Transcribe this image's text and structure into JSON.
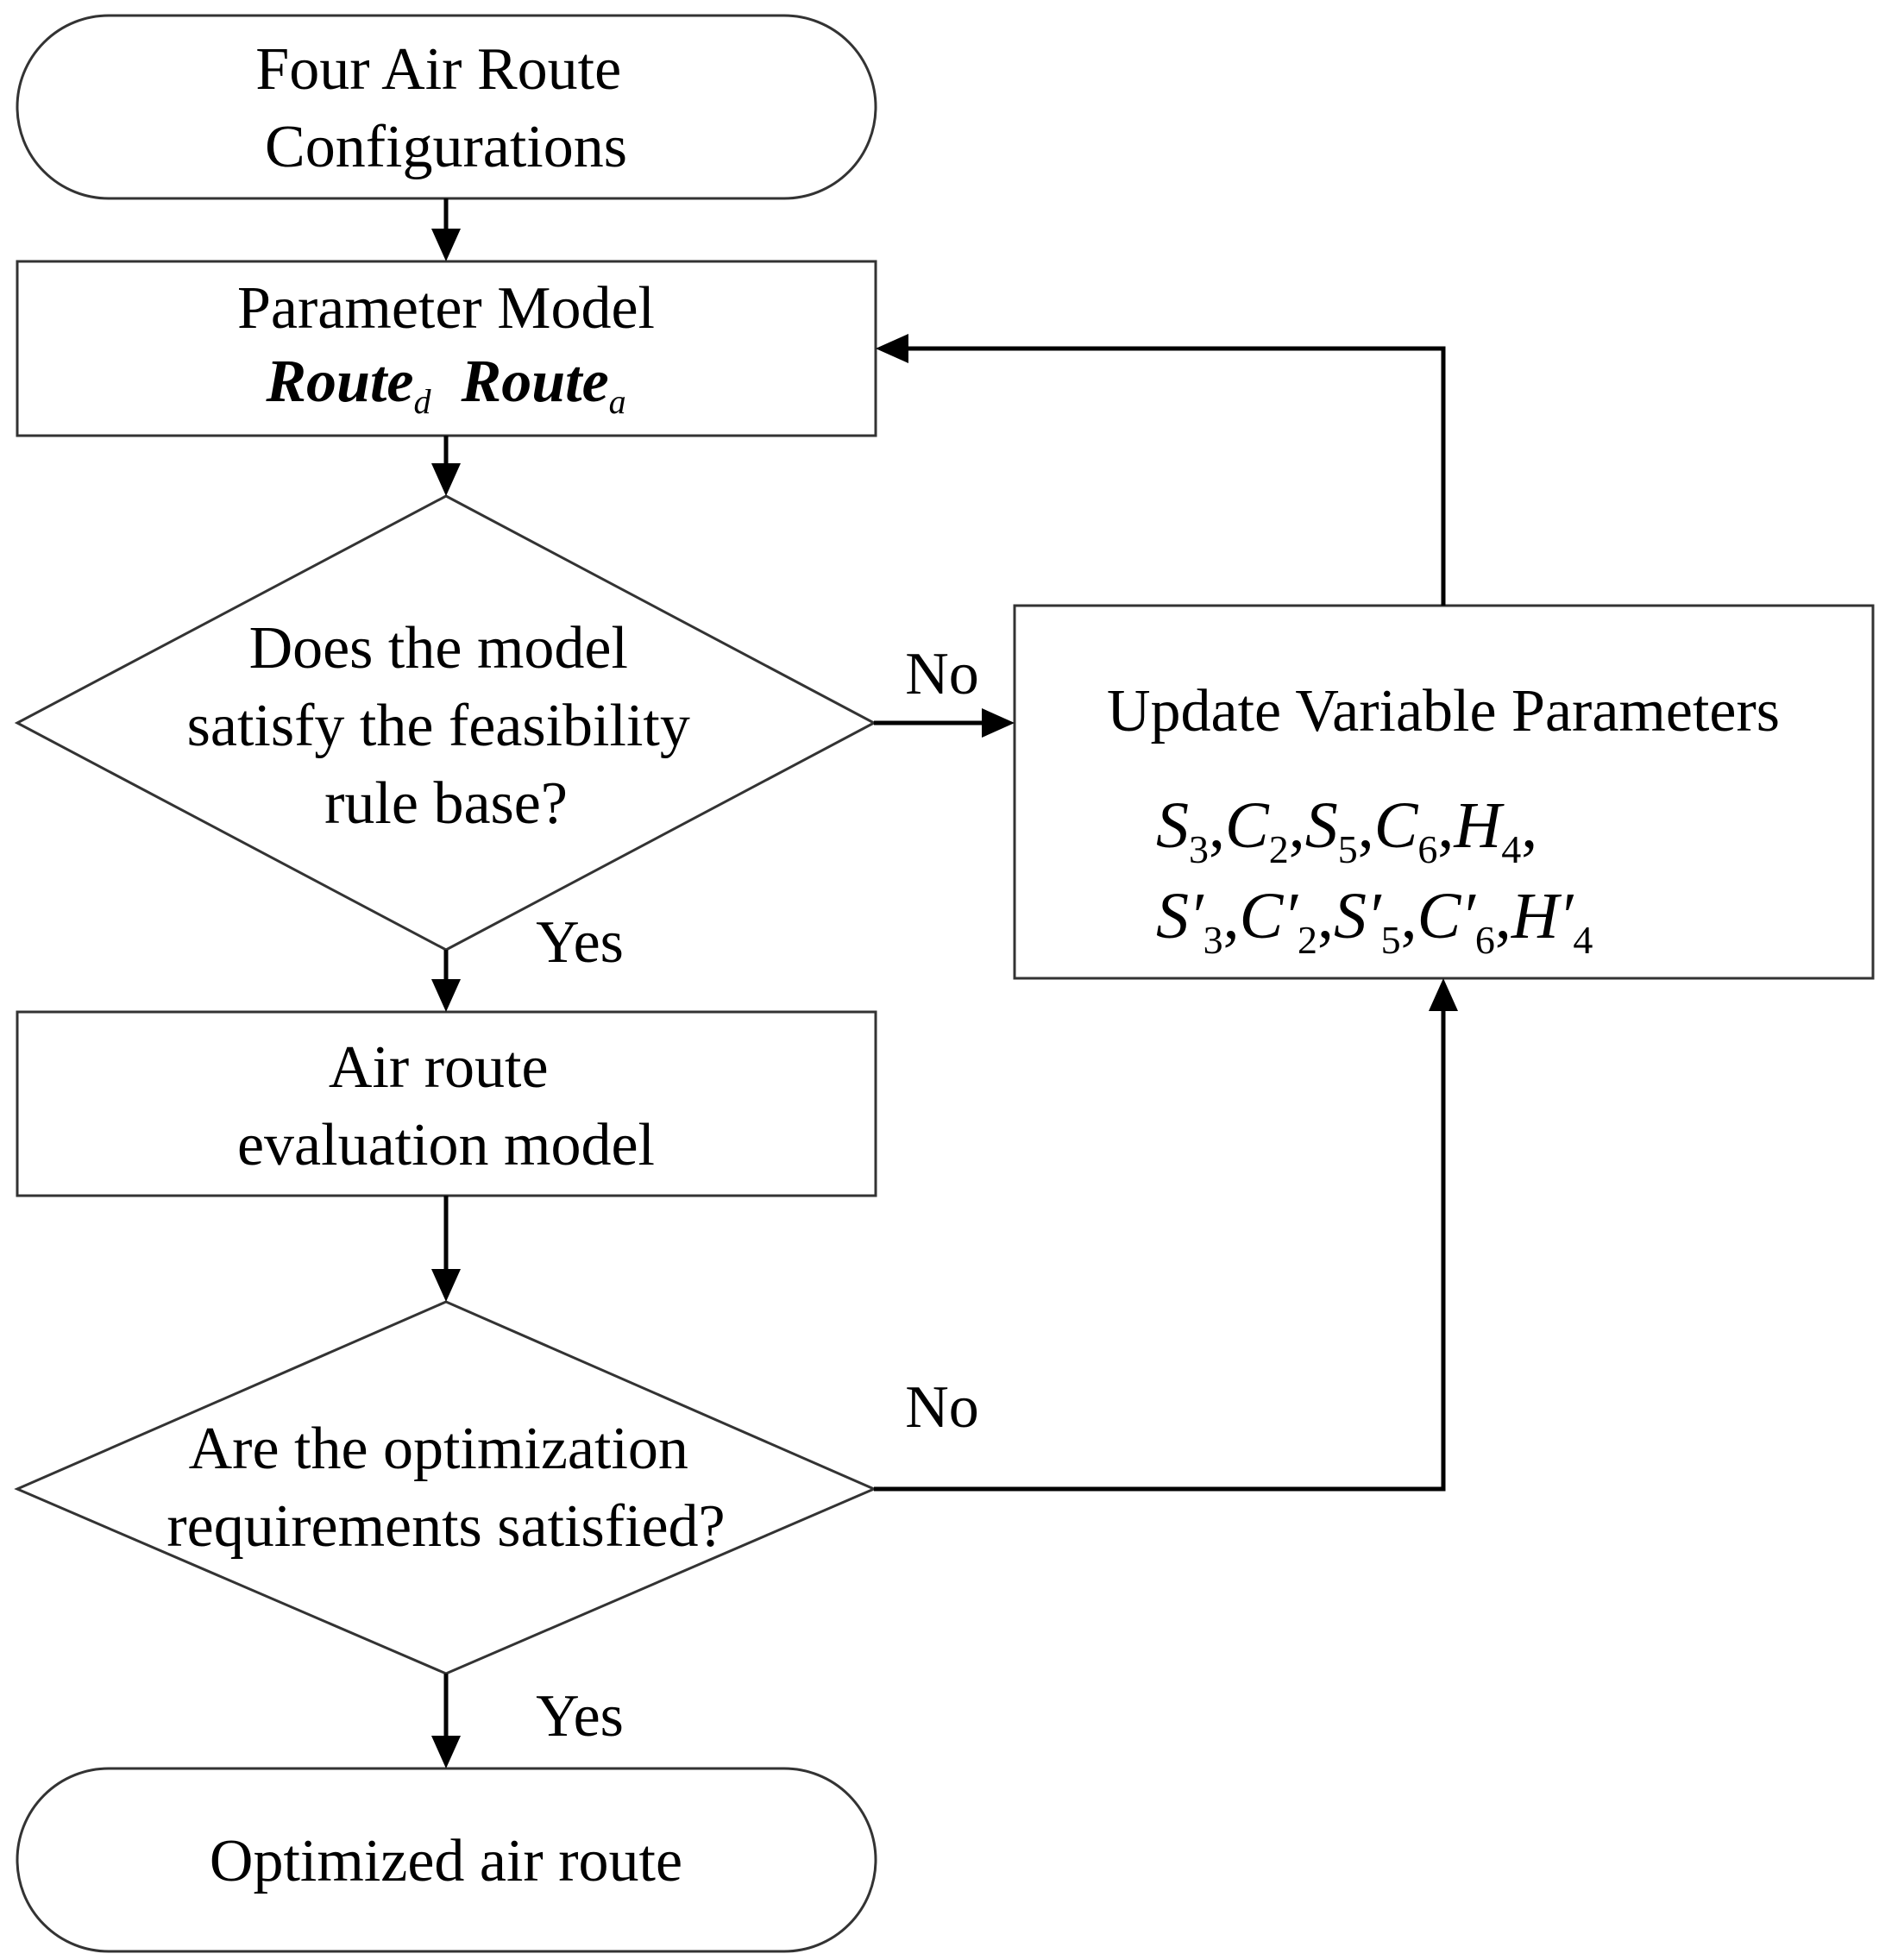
{
  "nodes": {
    "start": {
      "lines": [
        "Four Air Route",
        "Configurations"
      ]
    },
    "param_model": {
      "title": "Parameter Model",
      "route_d": "Route",
      "route_d_sub": "d",
      "route_a": "Route",
      "route_a_sub": "a"
    },
    "feasibility": {
      "lines": [
        "Does the model",
        "satisfy the feasibility",
        "rule base?"
      ]
    },
    "evaluation": {
      "lines": [
        "Air route",
        "evaluation model"
      ]
    },
    "optimization": {
      "lines": [
        "Are the optimization",
        "requirements satisfied?"
      ]
    },
    "update": {
      "title": "Update Variable Parameters",
      "row1": [
        {
          "sym": "S",
          "sub": "3"
        },
        {
          "sym": "C",
          "sub": "2"
        },
        {
          "sym": "S",
          "sub": "5"
        },
        {
          "sym": "C",
          "sub": "6"
        },
        {
          "sym": "H",
          "sub": "4"
        }
      ],
      "row2": [
        {
          "sym": "S′",
          "sub": "3"
        },
        {
          "sym": "C′",
          "sub": "2"
        },
        {
          "sym": "S′",
          "sub": "5"
        },
        {
          "sym": "C′",
          "sub": "6"
        },
        {
          "sym": "H′",
          "sub": "4"
        }
      ],
      "separator": ","
    },
    "end": {
      "lines": [
        "Optimized air route"
      ]
    }
  },
  "edge_labels": {
    "no_1": "No",
    "yes_1": "Yes",
    "no_2": "No",
    "yes_2": "Yes"
  },
  "colors": {
    "stroke": "#333333",
    "arrow": "#000000",
    "background": "#ffffff"
  }
}
